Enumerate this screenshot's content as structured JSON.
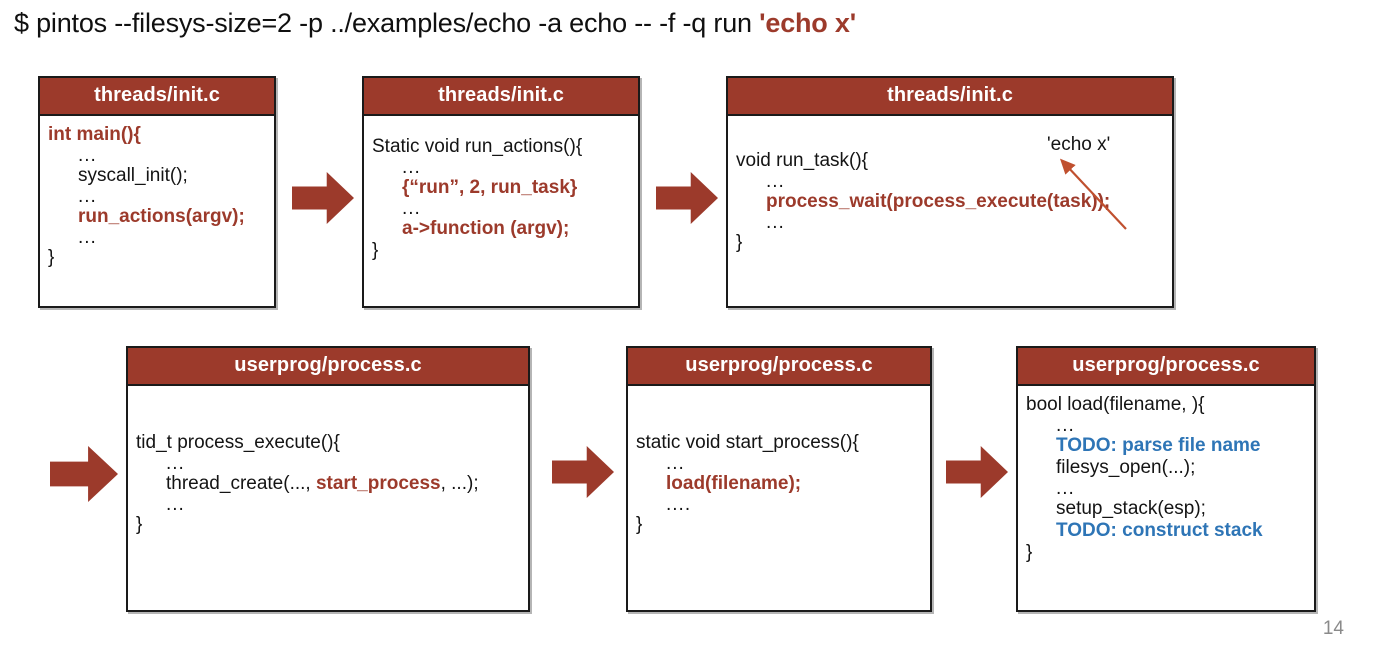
{
  "command": {
    "prefix": "$ pintos --filesys-size=2 -p ../examples/echo -a echo -- -f -q run ",
    "highlight": "'echo x'"
  },
  "boxes": [
    {
      "id": "box-init-main",
      "title": "threads/init.c",
      "lines": [
        {
          "text": "int main(){",
          "style": "red",
          "indent": false
        },
        {
          "text": "...",
          "style": "dots",
          "indent": true
        },
        {
          "text": "syscall_init();",
          "style": "blk",
          "indent": true
        },
        {
          "text": "...",
          "style": "dots",
          "indent": true
        },
        {
          "text": "run_actions(argv);",
          "style": "red",
          "indent": true
        },
        {
          "text": "...",
          "style": "dots",
          "indent": true
        },
        {
          "text": "}",
          "style": "blk",
          "indent": false
        }
      ]
    },
    {
      "id": "box-init-runactions",
      "title": "threads/init.c",
      "lines": [
        {
          "text": "Static void run_actions(){",
          "style": "blk",
          "indent": false
        },
        {
          "text": "...",
          "style": "dots",
          "indent": true
        },
        {
          "text": "{“run”, 2, run_task}",
          "style": "red",
          "indent": true
        },
        {
          "text": "...",
          "style": "dots",
          "indent": true
        },
        {
          "text": "a->function (argv);",
          "style": "red",
          "indent": true
        },
        {
          "text": "}",
          "style": "blk",
          "indent": false
        }
      ]
    },
    {
      "id": "box-init-runtask",
      "title": "threads/init.c",
      "lines": [
        {
          "text": "void run_task(){",
          "style": "blk",
          "indent": false
        },
        {
          "text": "...",
          "style": "dots",
          "indent": true
        },
        {
          "text": "process_wait(process_execute(task));",
          "style": "red",
          "indent": true
        },
        {
          "text": "...",
          "style": "dots",
          "indent": true
        },
        {
          "text": "}",
          "style": "blk",
          "indent": false
        }
      ],
      "annotation": "'echo x'"
    },
    {
      "id": "box-process-execute",
      "title": "userprog/process.c",
      "lines": [
        {
          "text": "tid_t process_execute(){",
          "style": "blk",
          "indent": false
        },
        {
          "text": "...",
          "style": "dots",
          "indent": true
        },
        {
          "text": "thread_create(..., ",
          "style": "mixed",
          "indent": true,
          "mixed": [
            {
              "text": "thread_create(..., ",
              "style": "blk"
            },
            {
              "text": "start_process",
              "style": "red"
            },
            {
              "text": ", ...);",
              "style": "blk"
            }
          ]
        },
        {
          "text": "...",
          "style": "dots",
          "indent": true
        },
        {
          "text": "}",
          "style": "blk",
          "indent": false
        }
      ]
    },
    {
      "id": "box-start-process",
      "title": "userprog/process.c",
      "lines": [
        {
          "text": "static void start_process(){",
          "style": "blk",
          "indent": false
        },
        {
          "text": "...",
          "style": "dots",
          "indent": true
        },
        {
          "text": "load(filename);",
          "style": "red",
          "indent": true
        },
        {
          "text": "....",
          "style": "dots",
          "indent": true
        },
        {
          "text": "}",
          "style": "blk",
          "indent": false
        }
      ]
    },
    {
      "id": "box-load",
      "title": "userprog/process.c",
      "lines": [
        {
          "text": "bool load(filename, ){",
          "style": "blk",
          "indent": false
        },
        {
          "text": "...",
          "style": "dots",
          "indent": true
        },
        {
          "text": "TODO: parse file name",
          "style": "blue",
          "indent": true
        },
        {
          "text": "filesys_open(...);",
          "style": "blk",
          "indent": true
        },
        {
          "text": "...",
          "style": "dots",
          "indent": true
        },
        {
          "text": "setup_stack(esp);",
          "style": "blk",
          "indent": true
        },
        {
          "text": "TODO: construct stack",
          "style": "blue",
          "indent": true
        },
        {
          "text": "}",
          "style": "blk",
          "indent": false
        }
      ]
    }
  ],
  "page_number": "14",
  "colors": {
    "header_red": "#9C3A2B",
    "code_red": "#9C3A2B",
    "todo_blue": "#2E75B6",
    "annotation_arrow": "#C0502F",
    "page_number_gray": "#8a8a8a"
  }
}
